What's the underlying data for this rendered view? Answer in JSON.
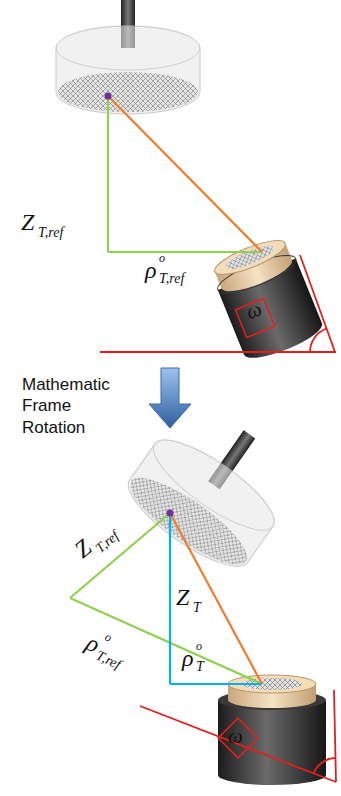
{
  "diagram": {
    "labels": [
      "Z",
      "T,ref",
      "ρ",
      "o",
      "T,ref",
      "Mathematic Frame Rotation",
      "ω",
      "Z",
      "T,ref",
      "ρ",
      "o",
      "T,ref",
      "Z",
      "T",
      "ρ",
      "o",
      "T",
      "ω"
    ]
  }
}
